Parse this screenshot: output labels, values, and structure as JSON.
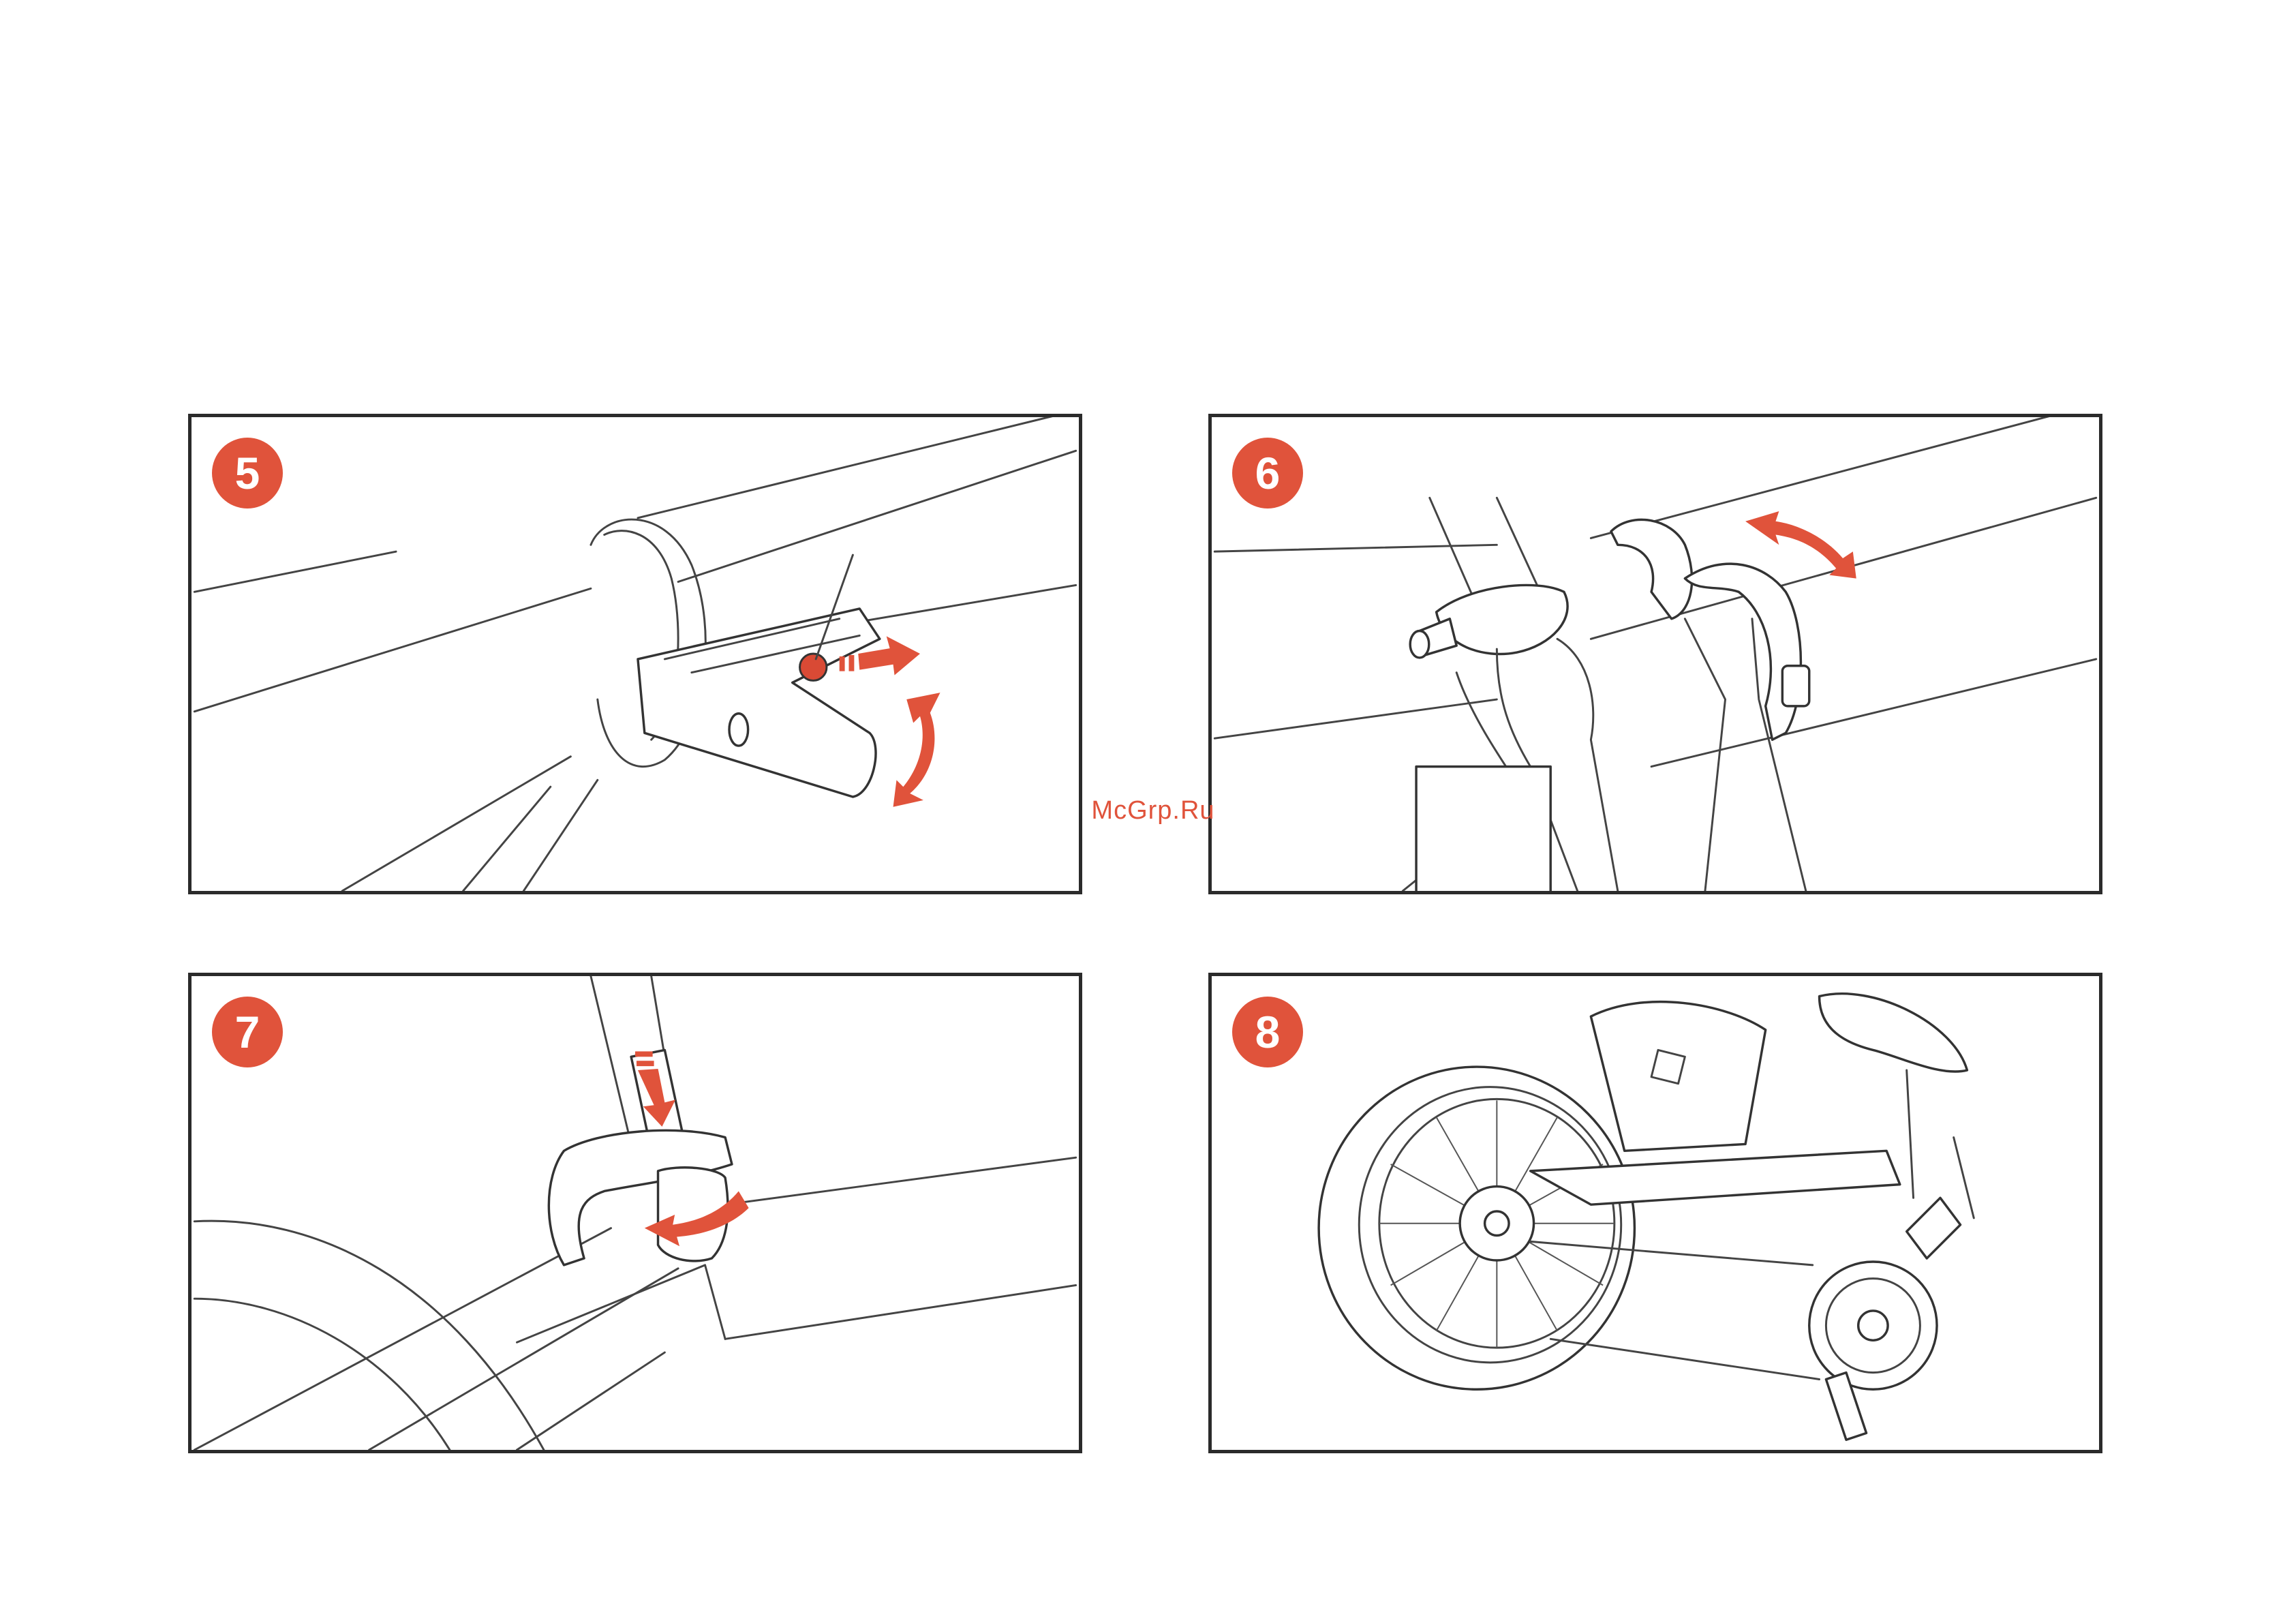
{
  "panels": [
    {
      "step": "5"
    },
    {
      "step": "6"
    },
    {
      "step": "7"
    },
    {
      "step": "8"
    }
  ],
  "watermark": "McGrp.Ru",
  "colors": {
    "accent": "#e0533b",
    "line": "#333333"
  }
}
